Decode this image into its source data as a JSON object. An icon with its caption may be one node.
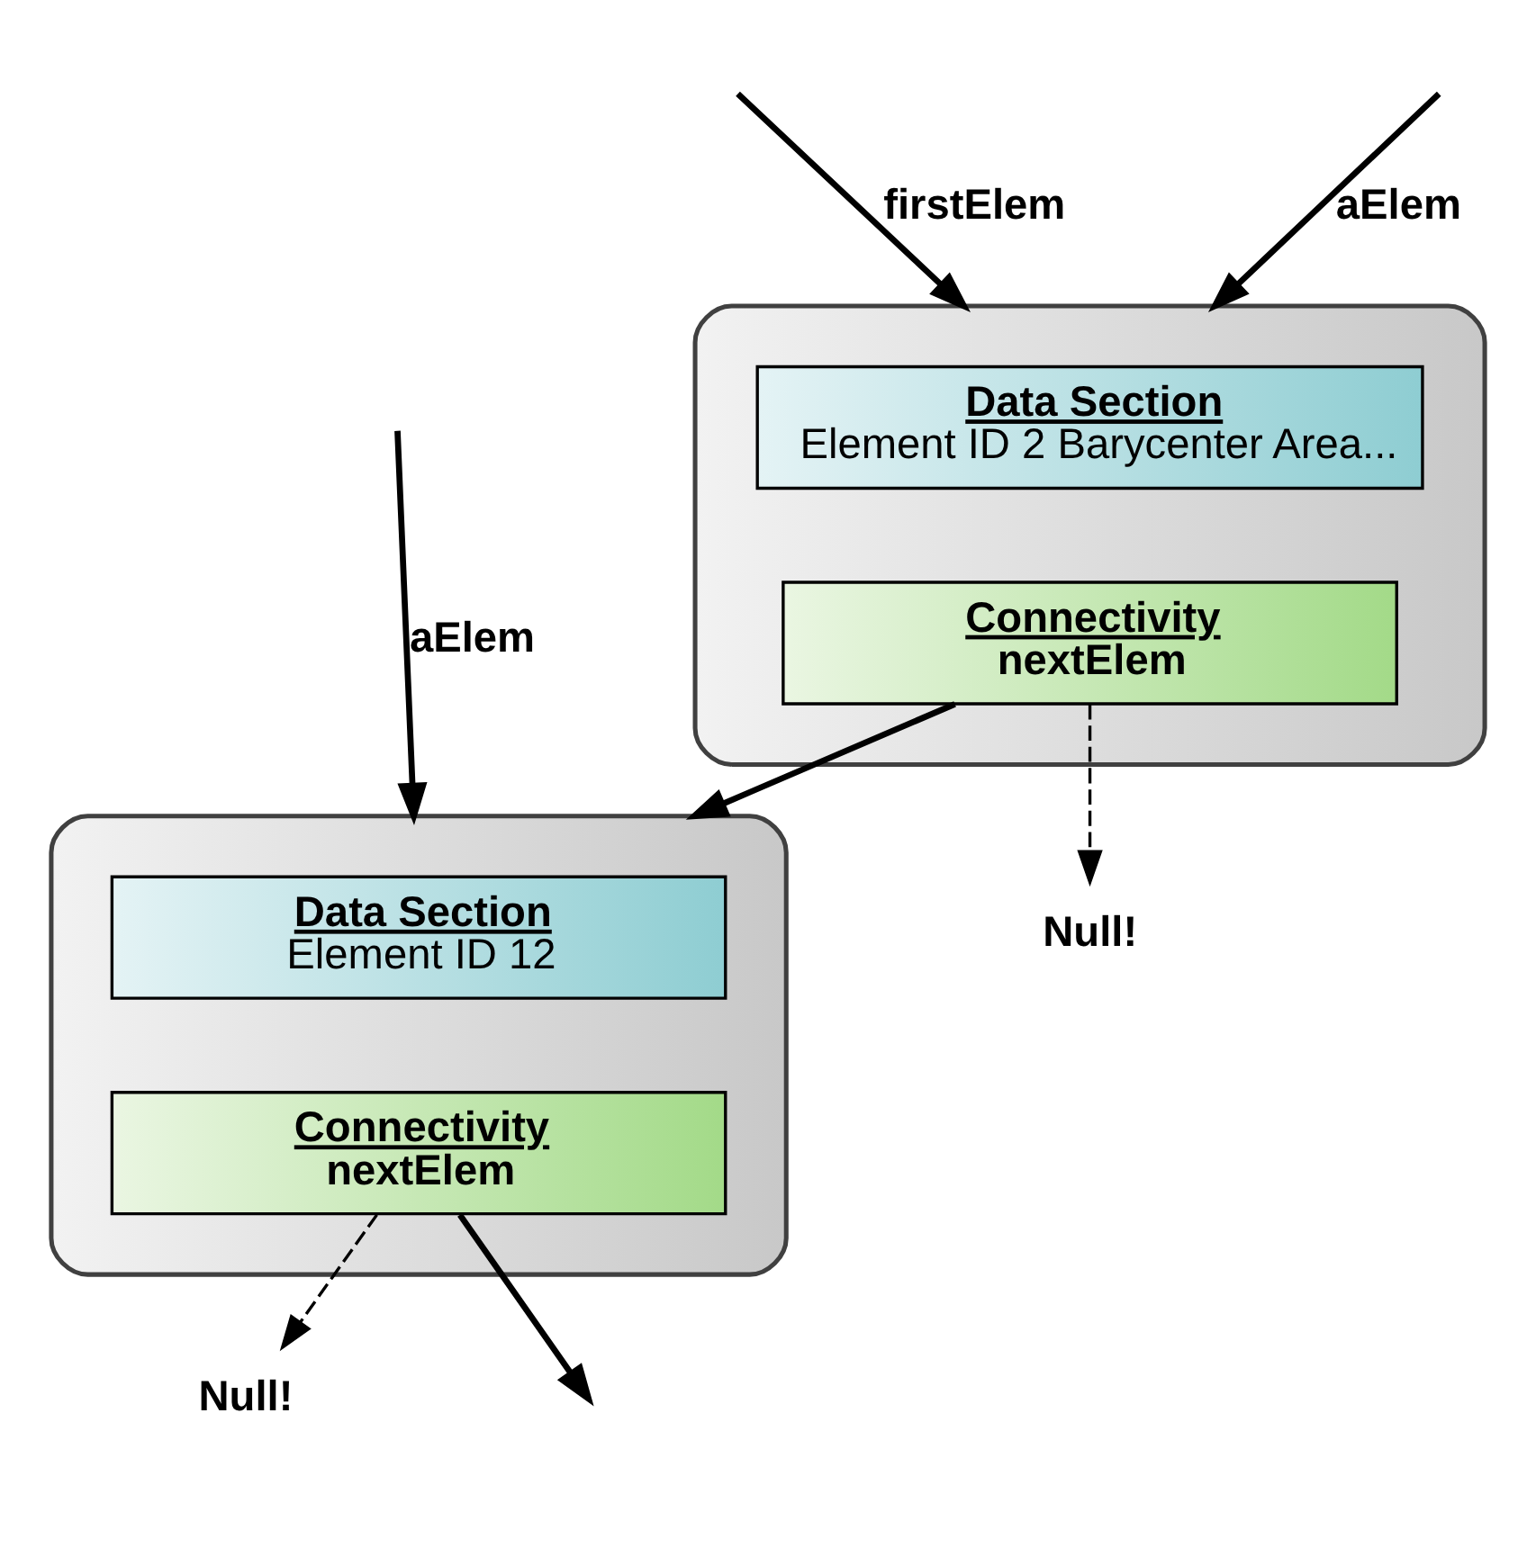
{
  "diagram": {
    "nodes": [
      {
        "text": [],
        "shape": "box"
      },
      {
        "text": [
          "Data Section",
          "Element ID 2 Barycenter Area..."
        ],
        "in": 0
      },
      {
        "text": [
          "Connectivity",
          "nextElem"
        ],
        "in": 0
      },
      {
        "text": [
          "Null!"
        ]
      },
      {
        "text": [],
        "shape": "box"
      },
      {
        "text": [
          "Data Section",
          "Element ID 12"
        ],
        "in": 4
      },
      {
        "text": [
          "Connectivity",
          "nextElem"
        ],
        "in": 4
      },
      {
        "text": [
          "Null!"
        ]
      }
    ],
    "edges": [
      {
        "from": null,
        "to": 0,
        "arrow": "to",
        "label": "firstElem"
      },
      {
        "from": null,
        "to": 0,
        "arrow": "to",
        "label": "aElem"
      },
      {
        "from": 2,
        "to": 3,
        "arrow": "to",
        "style": "dashed"
      },
      {
        "from": 2,
        "to": 4,
        "arrow": "to"
      },
      {
        "from": null,
        "to": 4,
        "arrow": "to",
        "label": "aElem"
      },
      {
        "from": 6,
        "to": 7,
        "arrow": "to",
        "style": "dashed"
      },
      {
        "from": 6,
        "to": null,
        "arrow": "to"
      }
    ]
  }
}
